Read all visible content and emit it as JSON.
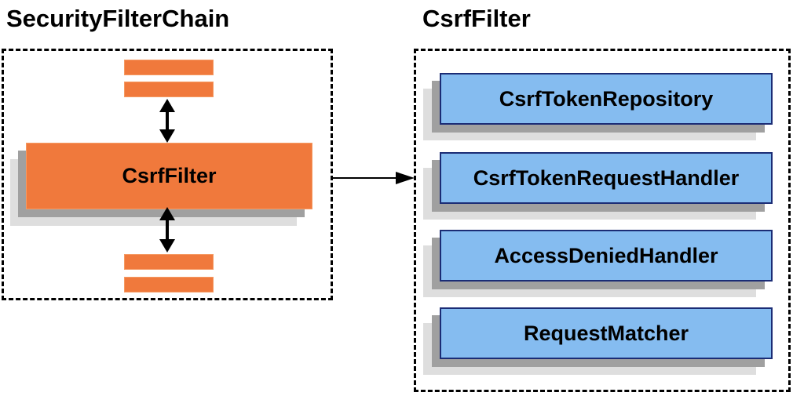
{
  "diagram": {
    "left_group": {
      "title": "SecurityFilterChain",
      "center_box_label": "CsrfFilter"
    },
    "right_group": {
      "title": "CsrfFilter",
      "components": [
        "CsrfTokenRepository",
        "CsrfTokenRequestHandler",
        "AccessDeniedHandler",
        "RequestMatcher"
      ]
    },
    "colors": {
      "orange_fill": "#F0793C",
      "blue_fill": "#85BCF0",
      "blue_border": "#1B2C75",
      "shadow_dark": "#A0A0A0",
      "shadow_light": "#DEDEDE",
      "line": "#000000"
    }
  }
}
